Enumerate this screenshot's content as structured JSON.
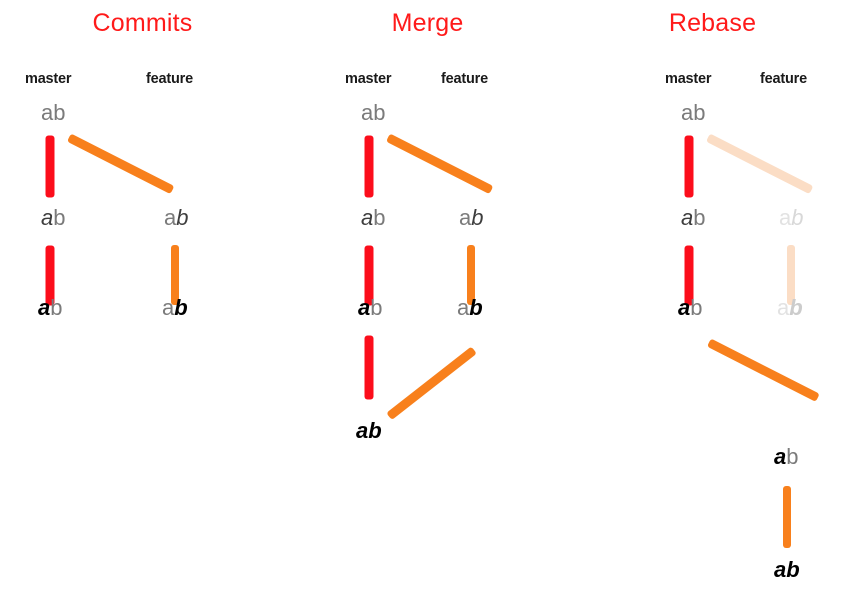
{
  "diagram": {
    "title_color": "#ff1a1a",
    "master_color": "#fc0d1b",
    "feature_color": "#f8801c",
    "faded_color": "#fbddc5",
    "panels": [
      {
        "id": "commits",
        "title": "Commits",
        "branches": {
          "master": "master",
          "feature": "feature"
        },
        "commits": [
          {
            "id": "c-m1",
            "branch": "master",
            "a": "a",
            "b": "b",
            "a_style": "plain",
            "b_style": "plain",
            "faded": false
          },
          {
            "id": "c-m2",
            "branch": "master",
            "a": "a",
            "b": "b",
            "a_style": "ital",
            "b_style": "plain",
            "faded": false
          },
          {
            "id": "c-m3",
            "branch": "master",
            "a": "a",
            "b": "b",
            "a_style": "boldi",
            "b_style": "plain",
            "faded": false
          },
          {
            "id": "c-f1",
            "branch": "feature",
            "a": "a",
            "b": "b",
            "a_style": "plain",
            "b_style": "ital",
            "faded": false
          },
          {
            "id": "c-f2",
            "branch": "feature",
            "a": "a",
            "b": "b",
            "a_style": "plain",
            "b_style": "boldi",
            "faded": false
          }
        ]
      },
      {
        "id": "merge",
        "title": "Merge",
        "branches": {
          "master": "master",
          "feature": "feature"
        },
        "commits": [
          {
            "id": "g-m1",
            "branch": "master",
            "a": "a",
            "b": "b",
            "a_style": "plain",
            "b_style": "plain",
            "faded": false
          },
          {
            "id": "g-m2",
            "branch": "master",
            "a": "a",
            "b": "b",
            "a_style": "ital",
            "b_style": "plain",
            "faded": false
          },
          {
            "id": "g-m3",
            "branch": "master",
            "a": "a",
            "b": "b",
            "a_style": "boldi",
            "b_style": "plain",
            "faded": false
          },
          {
            "id": "g-m4",
            "branch": "master",
            "a": "a",
            "b": "b",
            "a_style": "boldi",
            "b_style": "boldi",
            "faded": false
          },
          {
            "id": "g-f1",
            "branch": "feature",
            "a": "a",
            "b": "b",
            "a_style": "plain",
            "b_style": "ital",
            "faded": false
          },
          {
            "id": "g-f2",
            "branch": "feature",
            "a": "a",
            "b": "b",
            "a_style": "plain",
            "b_style": "boldi",
            "faded": false
          }
        ]
      },
      {
        "id": "rebase",
        "title": "Rebase",
        "branches": {
          "master": "master",
          "feature": "feature"
        },
        "commits": [
          {
            "id": "r-m1",
            "branch": "master",
            "a": "a",
            "b": "b",
            "a_style": "plain",
            "b_style": "plain",
            "faded": false
          },
          {
            "id": "r-m2",
            "branch": "master",
            "a": "a",
            "b": "b",
            "a_style": "ital",
            "b_style": "plain",
            "faded": false
          },
          {
            "id": "r-m3",
            "branch": "master",
            "a": "a",
            "b": "b",
            "a_style": "boldi",
            "b_style": "plain",
            "faded": false
          },
          {
            "id": "r-f1",
            "branch": "feature",
            "a": "a",
            "b": "b",
            "a_style": "plain",
            "b_style": "ital",
            "faded": true
          },
          {
            "id": "r-f2",
            "branch": "feature",
            "a": "a",
            "b": "b",
            "a_style": "plain",
            "b_style": "boldi",
            "faded": true
          },
          {
            "id": "r-f3",
            "branch": "feature",
            "a": "a",
            "b": "b",
            "a_style": "boldi",
            "b_style": "plain",
            "faded": false
          },
          {
            "id": "r-f4",
            "branch": "feature",
            "a": "a",
            "b": "b",
            "a_style": "boldi",
            "b_style": "boldi",
            "faded": false
          }
        ]
      }
    ]
  }
}
